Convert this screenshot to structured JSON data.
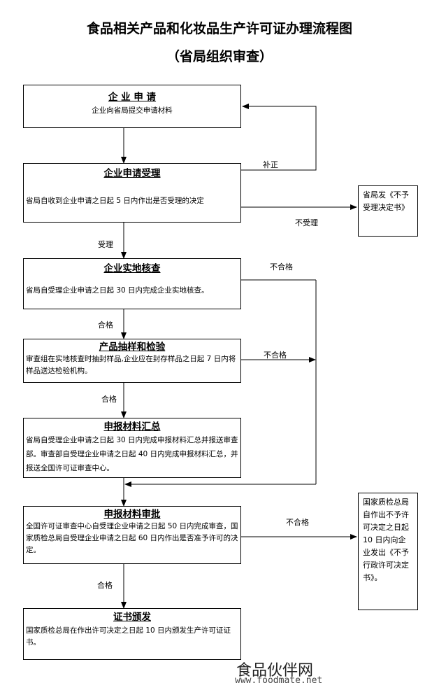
{
  "title": {
    "line1": "食品相关产品和化妆品生产许可证办理流程图",
    "line2": "（省局组织审查）"
  },
  "steps": [
    {
      "heading": "企 业 申 请",
      "body": "企业向省局提交申请材料"
    },
    {
      "heading": "企业申请受理",
      "body": "省局自收到企业申请之日起 5 日内作出是否受理的决定"
    },
    {
      "heading": "企业实地核查",
      "body": "省局自受理企业申请之日起 30 日内完成企业实地核查。"
    },
    {
      "heading": "产品抽样和检验",
      "body": "审查组在实地核查时抽封样品,企业应在封存样品之日起 7 日内将样品送达检验机构。"
    },
    {
      "heading": "申报材料汇总",
      "body": "省局自受理企业申请之日起 30 日内完成申报材料汇总并报送审查部。审查部自受理企业申请之日起 40 日内完成申报材料汇总，并报送全国许可证审查中心。"
    },
    {
      "heading": "申报材料审批",
      "body": "全国许可证审查中心自受理企业申请之日起 50 日内完成审查，国家质检总局自受理企业申请之日起 60 日内作出是否准予许可的决定。"
    },
    {
      "heading": "证书颁发",
      "body": "国家质检总局在作出许可决定之日起 10 日内颁发生产许可证证书。"
    }
  ],
  "side_boxes": {
    "not_accepted": "省局发《不予受理决定书》",
    "not_approved": "国家质检总局自作出不予许可决定之日起 10 日内向企业发出《不予行政许可决定书》。"
  },
  "labels": {
    "correction": "补正",
    "not_accept": "不受理",
    "accept": "受理",
    "pass1": "合格",
    "pass2": "合格",
    "pass3": "合格",
    "fail1": "不合格",
    "fail2": "不合格",
    "fail3": "不合格"
  },
  "watermark": {
    "cn": "食品伙伴网",
    "url": "www.foodmate.net"
  }
}
